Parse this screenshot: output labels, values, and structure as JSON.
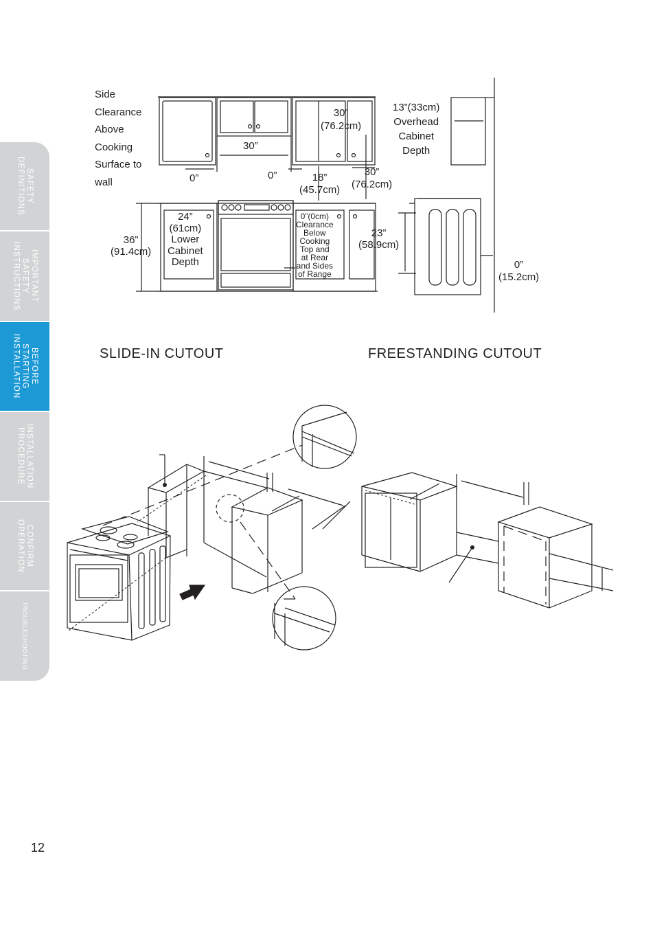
{
  "sidebar": {
    "tabs": [
      {
        "label": "SAFETY\nDEFINITIONS",
        "active": false
      },
      {
        "label": "IMPORTANT\nSAFETY\nINSTRUCTIONS",
        "active": false
      },
      {
        "label": "BEFORE\nSTARTING\nINSTALLATION",
        "active": true
      },
      {
        "label": "INSTALLATION\nPROCEDURE",
        "active": false
      },
      {
        "label": "CONFIRM\nOPERATION",
        "active": false
      },
      {
        "label": "TROUBLESHOOTING",
        "active": false
      }
    ],
    "colors": {
      "inactive": "#d1d3d4",
      "active": "#1d9ad6"
    }
  },
  "diagram": {
    "side_clearance": "Side\nClearance\nAbove\nCooking\nSurface to\nwall",
    "zero_left": "0”",
    "width_30": "30”",
    "zero_mid": "0”",
    "height_30_top": "30”\n(76.2cm)",
    "height_18": "18”\n(45.7cm)",
    "height_30_right": "30”\n(76.2cm)",
    "overhead_depth": "13”(33cm)\nOverhead\nCabinet\nDepth",
    "height_36": "36”\n(91.4cm)",
    "lower_depth": "24”\n(61cm)\nLower\nCabinet\nDepth",
    "below_clearance": "0”(0cm)\nClearance\nBelow\nCooking\nTop and\nat Rear\nand Sides\nof Range",
    "depth_23": "23”\n(58.9cm)",
    "zero_rear": "0”\n(15.2cm)"
  },
  "sections": {
    "slide_in": "SLIDE-IN CUTOUT",
    "freestanding": "FREESTANDING CUTOUT"
  },
  "page_number": "12"
}
